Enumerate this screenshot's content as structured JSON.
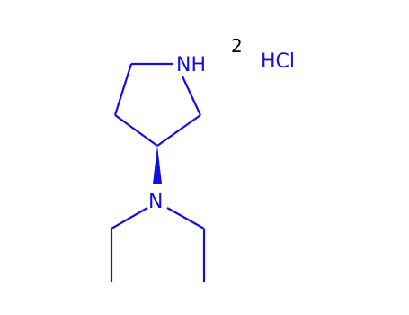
{
  "molecule": {
    "ring_nh_label": "NH",
    "amine_n_label": "N",
    "stoichiometry": "2",
    "salt_label": "HCl"
  },
  "colors": {
    "bond": "#1010e0",
    "label": "#1010e0",
    "coefficient": "#000000",
    "background": "#ffffff"
  }
}
